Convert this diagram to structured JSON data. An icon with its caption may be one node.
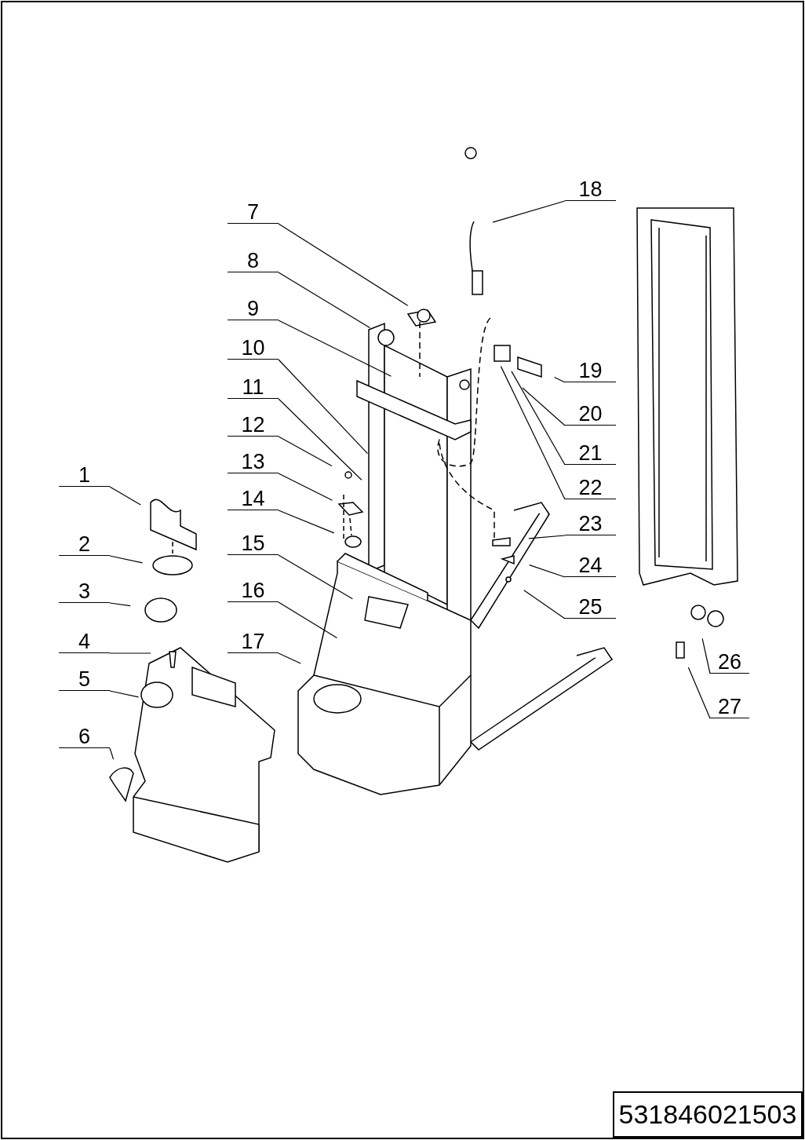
{
  "diagram": {
    "nodes": [
      {
        "text": [
          "1"
        ]
      },
      {
        "text": [
          "2"
        ]
      },
      {
        "text": [
          "3"
        ]
      },
      {
        "text": [
          "4"
        ]
      },
      {
        "text": [
          "5"
        ]
      },
      {
        "text": [
          "6"
        ]
      },
      {
        "text": [
          "7"
        ]
      },
      {
        "text": [
          "8"
        ]
      },
      {
        "text": [
          "9"
        ]
      },
      {
        "text": [
          "10"
        ]
      },
      {
        "text": [
          "11"
        ]
      },
      {
        "text": [
          "12"
        ]
      },
      {
        "text": [
          "13"
        ]
      },
      {
        "text": [
          "14"
        ]
      },
      {
        "text": [
          "15"
        ]
      },
      {
        "text": [
          "16"
        ]
      },
      {
        "text": [
          "17"
        ]
      },
      {
        "text": [
          "18"
        ]
      },
      {
        "text": [
          "19"
        ]
      },
      {
        "text": [
          "20"
        ]
      },
      {
        "text": [
          "21"
        ]
      },
      {
        "text": [
          "22"
        ]
      },
      {
        "text": [
          "23"
        ]
      },
      {
        "text": [
          "24"
        ]
      },
      {
        "text": [
          "25"
        ]
      },
      {
        "text": [
          "26"
        ]
      },
      {
        "text": [
          "27"
        ]
      }
    ],
    "edges": [
      {
        "from": 0,
        "to": null,
        "arrow": "none"
      },
      {
        "from": 1,
        "to": null,
        "arrow": "none"
      },
      {
        "from": 2,
        "to": null,
        "arrow": "none"
      },
      {
        "from": 3,
        "to": null,
        "arrow": "none"
      },
      {
        "from": 4,
        "to": null,
        "arrow": "none"
      },
      {
        "from": 5,
        "to": null,
        "arrow": "none"
      },
      {
        "from": 6,
        "to": null,
        "arrow": "none"
      },
      {
        "from": 7,
        "to": null,
        "arrow": "none"
      },
      {
        "from": 8,
        "to": null,
        "arrow": "none"
      },
      {
        "from": 9,
        "to": null,
        "arrow": "none"
      },
      {
        "from": 10,
        "to": null,
        "arrow": "none"
      },
      {
        "from": 11,
        "to": null,
        "arrow": "none"
      },
      {
        "from": 12,
        "to": null,
        "arrow": "none"
      },
      {
        "from": 13,
        "to": null,
        "arrow": "none"
      },
      {
        "from": 14,
        "to": null,
        "arrow": "none"
      },
      {
        "from": 15,
        "to": null,
        "arrow": "none"
      },
      {
        "from": 16,
        "to": null,
        "arrow": "none"
      },
      {
        "from": 17,
        "to": null,
        "arrow": "none"
      },
      {
        "from": 18,
        "to": null,
        "arrow": "none"
      },
      {
        "from": 19,
        "to": null,
        "arrow": "none"
      },
      {
        "from": 20,
        "to": null,
        "arrow": "none"
      },
      {
        "from": 21,
        "to": null,
        "arrow": "none"
      },
      {
        "from": 22,
        "to": null,
        "arrow": "none"
      },
      {
        "from": 23,
        "to": null,
        "arrow": "none"
      },
      {
        "from": 24,
        "to": null,
        "arrow": "none"
      },
      {
        "from": 25,
        "to": null,
        "arrow": "none"
      },
      {
        "from": 26,
        "to": null,
        "arrow": "none"
      }
    ],
    "labels": [
      "531846021503"
    ]
  }
}
